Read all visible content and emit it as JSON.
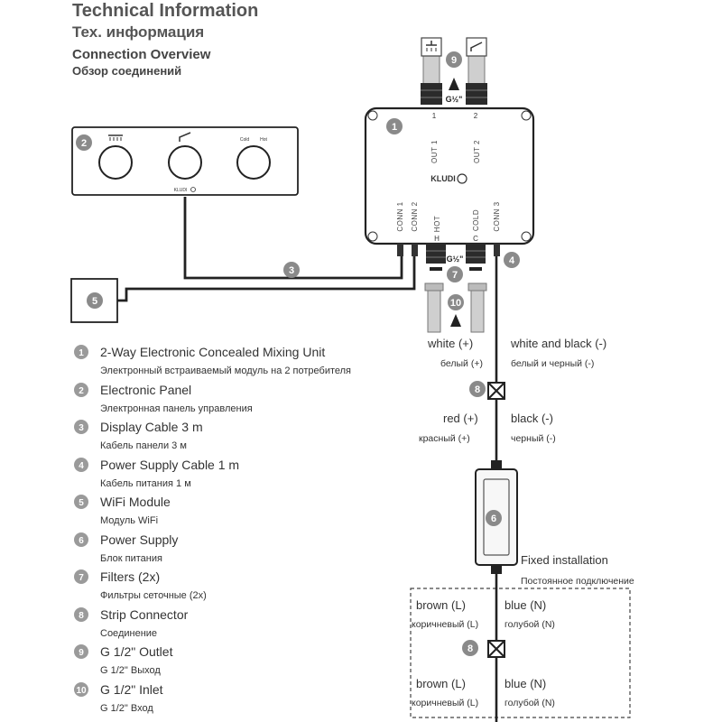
{
  "header": {
    "title": "Technical Information",
    "title_ru": "Тех. информация",
    "section": "Connection Overview",
    "section_ru": "Обзор соединений"
  },
  "unit": {
    "brand": "KLUDI",
    "out1": "OUT 1",
    "out2": "OUT 2",
    "out1_num": "1",
    "out2_num": "2",
    "conn1": "CONN 1",
    "conn2": "CONN 2",
    "hot": "HOT",
    "cold": "COLD",
    "conn3": "CONN 3",
    "hot_letter": "H",
    "cold_letter": "C",
    "thread_top": "G½\"",
    "thread_bottom": "G½\""
  },
  "panel": {
    "brand": "KLUDI",
    "knob3_left": "Cold",
    "knob3_right": "Hot"
  },
  "badges": {
    "b1": "1",
    "b2": "2",
    "b3": "3",
    "b4": "4",
    "b5": "5",
    "b6": "6",
    "b7": "7",
    "b8a": "8",
    "b8b": "8",
    "b9": "9",
    "b10": "10"
  },
  "wires": {
    "white_plus": "white (+)",
    "white_plus_ru": "белый (+)",
    "white_black_minus": "white and black (-)",
    "white_black_minus_ru": "белый и черный (-)",
    "red_plus": "red (+)",
    "red_plus_ru": "красный (+)",
    "black_minus": "black (-)",
    "black_minus_ru": "черный (-)",
    "fixed": "Fixed installation",
    "fixed_ru": "Постоянное подключение",
    "brown_top": "brown (L)",
    "brown_top_ru": "коричневый (L)",
    "blue_top": "blue (N)",
    "blue_top_ru": "голубой (N)",
    "brown_bottom": "brown (L)",
    "brown_bottom_ru": "коричневый (L)",
    "blue_bottom": "blue (N)",
    "blue_bottom_ru": "голубой (N)"
  },
  "legend": [
    {
      "num": "1",
      "en": "2-Way Electronic Concealed Mixing Unit",
      "ru": "Электронный встраиваемый модуль на 2 потребителя"
    },
    {
      "num": "2",
      "en": "Electronic Panel",
      "ru": "Электронная панель управления"
    },
    {
      "num": "3",
      "en": "Display Cable 3 m",
      "ru": "Кабель панели 3 м"
    },
    {
      "num": "4",
      "en": "Power Supply Cable 1 m",
      "ru": "Кабель питания 1 м"
    },
    {
      "num": "5",
      "en": "WiFi Module",
      "ru": "Модуль WiFi"
    },
    {
      "num": "6",
      "en": "Power Supply",
      "ru": "Блок питания"
    },
    {
      "num": "7",
      "en": "Filters (2x)",
      "ru": "Фильтры сеточные (2x)"
    },
    {
      "num": "8",
      "en": "Strip Connector",
      "ru": "Соединение"
    },
    {
      "num": "9",
      "en": "G 1/2\" Outlet",
      "ru": "G 1/2\" Выход"
    },
    {
      "num": "10",
      "en": "G 1/2\" Inlet",
      "ru": "G 1/2\" Вход"
    }
  ],
  "colors": {
    "line": "#222222",
    "badge": "#8a8a8a",
    "box_stroke": "#333333",
    "pipe": "#9a9a9a"
  }
}
